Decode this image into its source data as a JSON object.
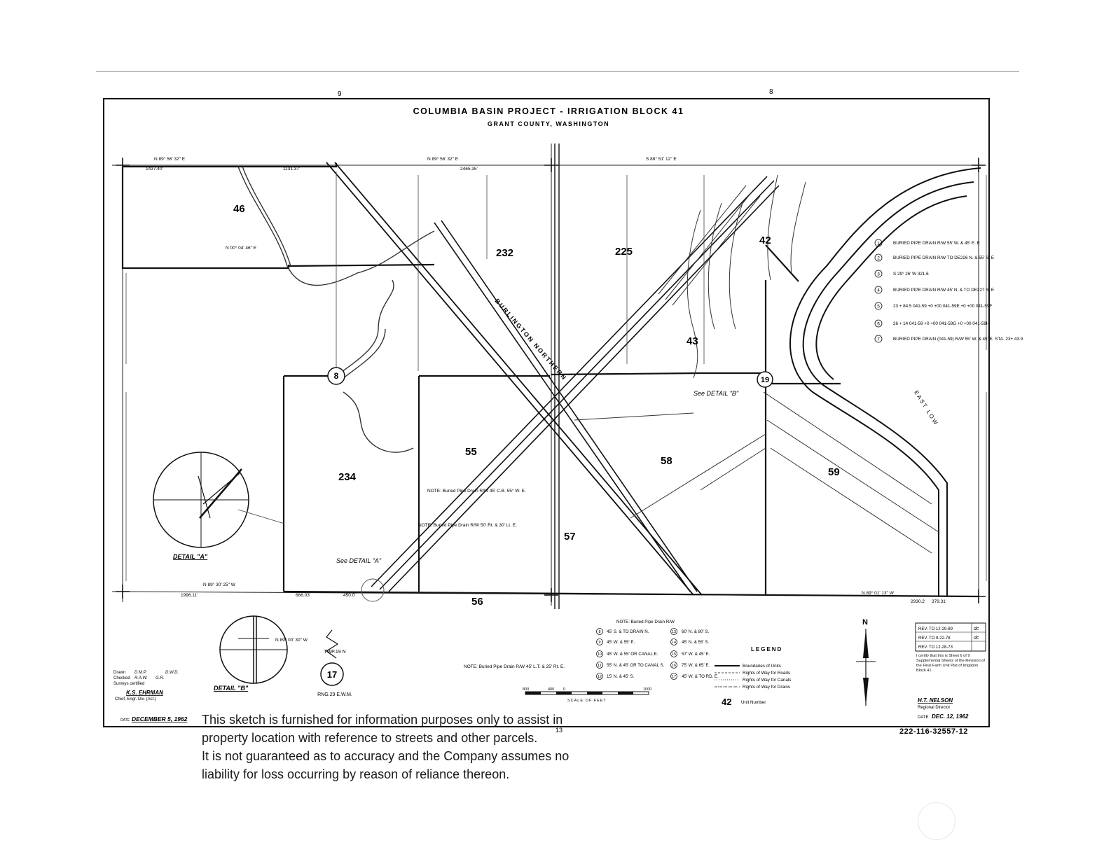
{
  "map": {
    "title": "COLUMBIA BASIN PROJECT - IRRIGATION BLOCK 41",
    "subtitle": "GRANT COUNTY, WASHINGTON",
    "section_numbers": {
      "top_left": "9",
      "top_right": "8",
      "bottom": "13"
    },
    "units": [
      "46",
      "232",
      "225",
      "42",
      "43",
      "55",
      "234",
      "58",
      "59",
      "57",
      "56"
    ],
    "features": {
      "railway": "BURLINGTON NORTHERN",
      "road_east": "EAST LOW"
    },
    "township": {
      "upper": "TWP.19 N",
      "lower": "RNG.29 E.W.M.",
      "circle_8": "8",
      "circle_17": "17",
      "circle_19": "19"
    },
    "details": {
      "a_label": "DETAIL \"A\"",
      "b_label": "DETAIL \"B\"",
      "see_a": "See DETAIL \"A\"",
      "see_b": "See DETAIL \"B\""
    },
    "bearings": {
      "top_left": "N 89° 56' 32\" E",
      "top_mid": "N 89° 56' 32\" E",
      "top_right": "S 88° 51' 12\" E",
      "left_mid": "N 00° 04' 46\" E",
      "bottom_left": "N 89° 30' 25\" W",
      "bottom_mid": "N 89° 01' 13\" W",
      "detail_b": "N 89° 00' 30\" W"
    },
    "dims": {
      "top_left": "1437.40'",
      "top_mid": "1131.37'",
      "top_rail": "2465.35'",
      "bottom_left": "1996.11'",
      "bottom_mid": "666.03'",
      "bottom_450": "450.0'",
      "bottom_right": "2930.2'",
      "bottom_right2": "379.31'"
    },
    "notes": {
      "buried_pipe_1": "NOTE: Buried Pipe Drain R/W 45' C.B. 55° W. E.",
      "buried_pipe_2": "NOTE: Buried Pipe Drain R/W 50' Rt. & 30' Lt. E.",
      "buried_pipe_row": "NOTE: Buried Pipe Drain R/W",
      "buried_pipe_3": "NOTE: Buried Pipe Drain R/W 45' L.T. & 25' Rt. E."
    },
    "right_notes": [
      {
        "num": "1",
        "text": "BURIED PIPE DRAIN R/W 55' W. & 45' E. E"
      },
      {
        "num": "2",
        "text": "BURIED PIPE DRAIN R/W TO DE226 N. & 55' S. E"
      },
      {
        "num": "3",
        "text": "S 29° 26' W 321.6"
      },
      {
        "num": "4",
        "text": "BURIED PIPE DRAIN R/W 45' N. & TO DE227 S. E"
      },
      {
        "num": "5",
        "text": "23 + 84.5 041-59 +0 +00 041-59E +0 +00 041-59F"
      },
      {
        "num": "6",
        "text": "26 + 14 041-59 +0 +00 041-59G +0 +00 041-59H"
      },
      {
        "num": "7",
        "text": "BURIED PIPE DRAIN (041-59) R/W 55' W. & 45' E. STA. 23+ 43.9"
      }
    ],
    "row_notes": [
      {
        "num": "8",
        "text": "45' S. & TO DRAIN N."
      },
      {
        "num": "9",
        "text": "45' W. & 55' E."
      },
      {
        "num": "10",
        "text": "45' W. & 55' OR CANAL E."
      },
      {
        "num": "11",
        "text": "55' N. & 45' OR TO CANAL S."
      },
      {
        "num": "12",
        "text": "15' N. & 45' S."
      },
      {
        "num": "13",
        "text": "60' N. & 80' S."
      },
      {
        "num": "14",
        "text": "45' N. & 55' S."
      },
      {
        "num": "15",
        "text": "57' W. & 45' E."
      },
      {
        "num": "16",
        "text": "75' W. & 65' E."
      },
      {
        "num": "17",
        "text": "45' W. & TO RD. E."
      }
    ],
    "legend": {
      "title": "LEGEND",
      "items": [
        "Boundaries of Units",
        "Rights of Way for Roads",
        "Rights of Way for Canals",
        "Rights of Way for Drains"
      ],
      "unit_num": "42",
      "unit_text": "Unit Number"
    },
    "scale": {
      "label": "SCALE OF FEET",
      "ticks": [
        "800",
        "400",
        "0",
        "1000"
      ]
    },
    "north": "N",
    "revisions": [
      {
        "text": "REV. TO 12-29-89",
        "init": "dc"
      },
      {
        "text": "REV. TO 9-22-78",
        "init": "dc"
      },
      {
        "text": "REV. TO 12-28-73",
        "init": ""
      }
    ],
    "certification": "I certify that this is Sheet 6 of 9 Supplemental Sheets of the Revision of the Final Farm Unit Plat of Irrigation Block 41.",
    "signature": {
      "name": "H.T. NELSON",
      "title": "Regional Director",
      "date_label": "DATE",
      "date": "DEC. 12, 1962"
    },
    "drawn": {
      "drawn_label": "Drawn",
      "drawn": "D.M.P.",
      "drawn2": "D.W.D.",
      "checked_label": "Checked",
      "checked": "R.A.W.",
      "checked2": "G.R.",
      "surveys": "Surveys certified",
      "engineer": "K.S. EHRMAN",
      "engineer_title": "Chief, Engr. Div. (Act.)",
      "date_label": "DATE",
      "date": "DECEMBER 5, 1962"
    },
    "drawing_number": "222-116-32557-12"
  },
  "disclaimer": [
    "This sketch is furnished for information purposes only to assist in",
    "property location with reference to streets and other parcels.",
    "It is not guaranteed as to accuracy and the Company assumes no",
    "liability for loss occurring by reason of reliance thereon."
  ]
}
